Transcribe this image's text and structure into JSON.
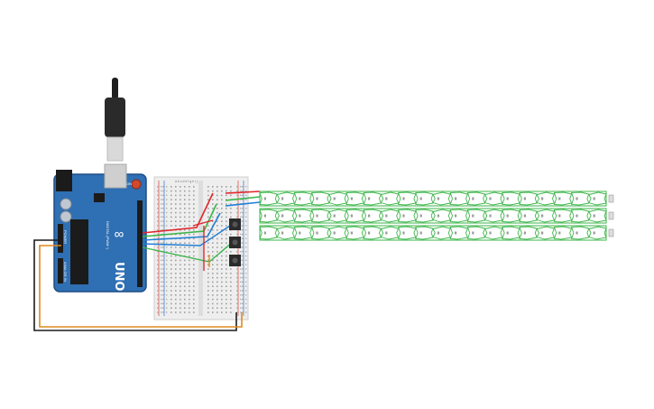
{
  "board": {
    "brand_mark": "∞",
    "model_label": "UNO",
    "digital_header": "DIGITAL (PWM~)",
    "power_label": "POWER",
    "analog_label": "ANALOG IN",
    "on_label": "ON",
    "colors": {
      "pcb": "#2f6fb3",
      "pcb_edge": "#1f4f86"
    }
  },
  "usb_cable": {
    "colors": {
      "plug": "#1e1e1e",
      "metal": "#d9d9d9"
    }
  },
  "breadboard": {
    "column_letters_top": "a b c d e   f g h i j",
    "colors": {
      "body": "#eeeeee",
      "rail_red": "#d9534f",
      "rail_blue": "#4a7fd0"
    }
  },
  "buttons": [
    {
      "name": "pushbutton-1"
    },
    {
      "name": "pushbutton-2"
    },
    {
      "name": "pushbutton-3"
    }
  ],
  "led_strips": {
    "count": 3,
    "pixels_per_strip": 20,
    "colors": {
      "outline": "#3db64a",
      "pad": "#9a9a9a"
    }
  },
  "wires": {
    "colors": {
      "red": "#e0262b",
      "green": "#3ab54a",
      "blue": "#1f7fd6",
      "orange": "#e08a1e",
      "black": "#1b1b1b"
    }
  }
}
